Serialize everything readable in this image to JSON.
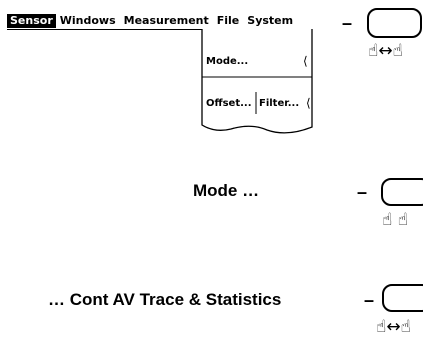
{
  "menubar": {
    "items": [
      "Sensor",
      "Windows",
      "Measurement",
      "File",
      "System"
    ]
  },
  "dropdown": {
    "mode_label": "Mode...",
    "offset_label": "Offset...",
    "filter_label": "Filter...",
    "mark": "⟨"
  },
  "rows": [
    {
      "label": "",
      "dash": "–",
      "hands": "☝↔☝"
    },
    {
      "label": "Mode …",
      "dash": "–",
      "hands": "☝   ☝"
    },
    {
      "label": "… Cont AV  Trace & Statistics",
      "dash": "–",
      "hands": "☝↔☝"
    }
  ],
  "colors": {
    "ink": "#000000",
    "background": "#ffffff"
  }
}
